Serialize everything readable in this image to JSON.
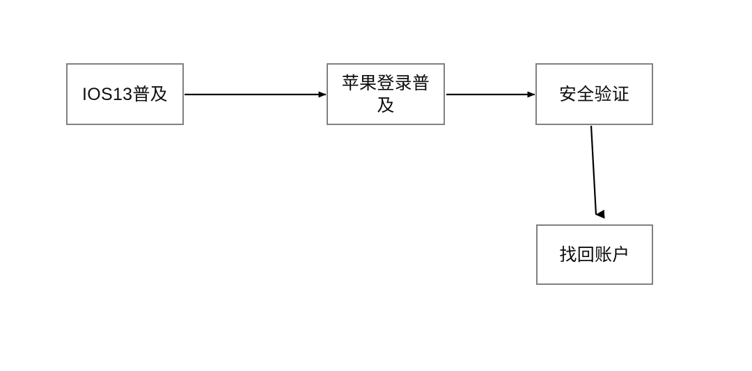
{
  "diagram": {
    "title": "",
    "background_color": "#ffffff",
    "node_border_color": "#808080",
    "node_fill_color": "#ffffff",
    "edge_color": "#000000",
    "text_color": "#0d0d0d",
    "nodes": [
      {
        "id": "ios13",
        "label": "IOS13普及"
      },
      {
        "id": "apple_login",
        "label": "苹果登录普及"
      },
      {
        "id": "security_verify",
        "label": "安全验证"
      },
      {
        "id": "recover_account",
        "label": "找回账户"
      }
    ],
    "edges": [
      {
        "id": "edge-ios13-to-apple-login",
        "from": "ios13",
        "to": "apple_login",
        "label": "",
        "direction": "right"
      },
      {
        "id": "edge-apple-login-to-security-verify",
        "from": "apple_login",
        "to": "security_verify",
        "label": "",
        "direction": "right"
      },
      {
        "id": "edge-security-verify-to-recover-account",
        "from": "security_verify",
        "to": "recover_account",
        "label": "",
        "direction": "down"
      }
    ]
  }
}
